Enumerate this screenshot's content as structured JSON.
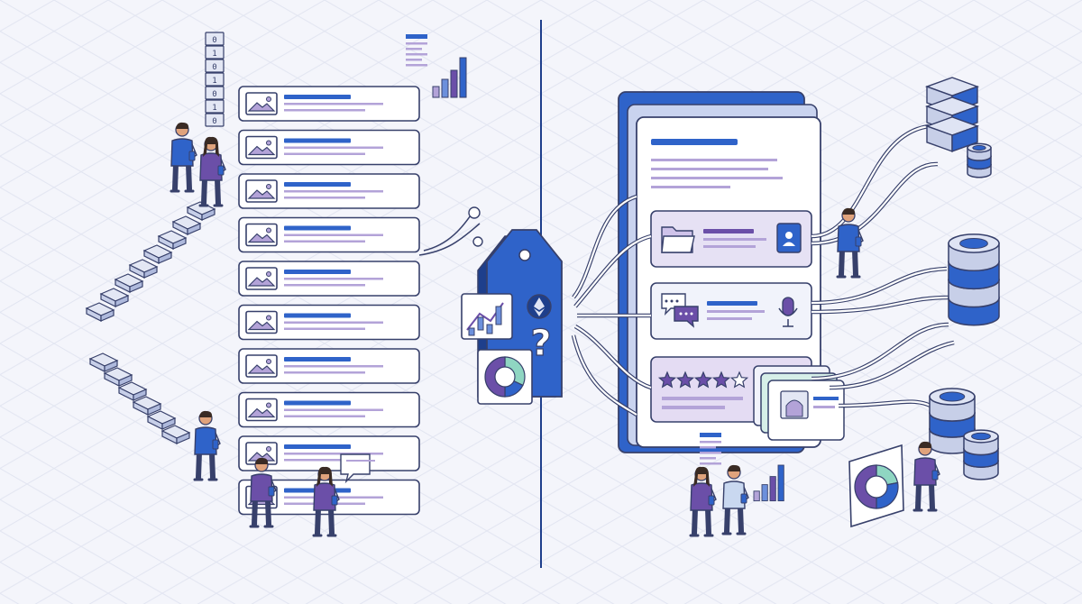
{
  "colors": {
    "background": "#f4f5fb",
    "grid": "#e2e5f1",
    "blue": "#2f63c9",
    "blue_dark": "#1e3f8c",
    "blue_light": "#6c90dc",
    "purple": "#6b4fa8",
    "purple_light": "#b3a3d8",
    "teal": "#8fd6c2",
    "teal_light": "#d6efe8",
    "lavender": "#e6e1f4",
    "line": "#37406b",
    "card": "#f4f5fb",
    "skin": "#e0a37c",
    "hair": "#3a2b24"
  },
  "left_panel": {
    "card_count": 10,
    "binary_stack": [
      "0",
      "1",
      "0",
      "1",
      "0",
      "1",
      "0"
    ]
  },
  "center_tag": {
    "question_mark": "?",
    "donut_share": [
      0.32,
      0.18,
      0.5
    ]
  },
  "right_panel": {
    "rating_stars": 5,
    "rating_filled": 4
  },
  "icons": [
    "image-icon",
    "folder-icon",
    "contact-book-icon",
    "chat-bubbles-icon",
    "microphone-icon",
    "star-icon",
    "bar-chart-icon",
    "donut-chart-icon",
    "database-icon",
    "server-icon",
    "person-icon",
    "ethereum-icon",
    "price-tag-icon"
  ]
}
